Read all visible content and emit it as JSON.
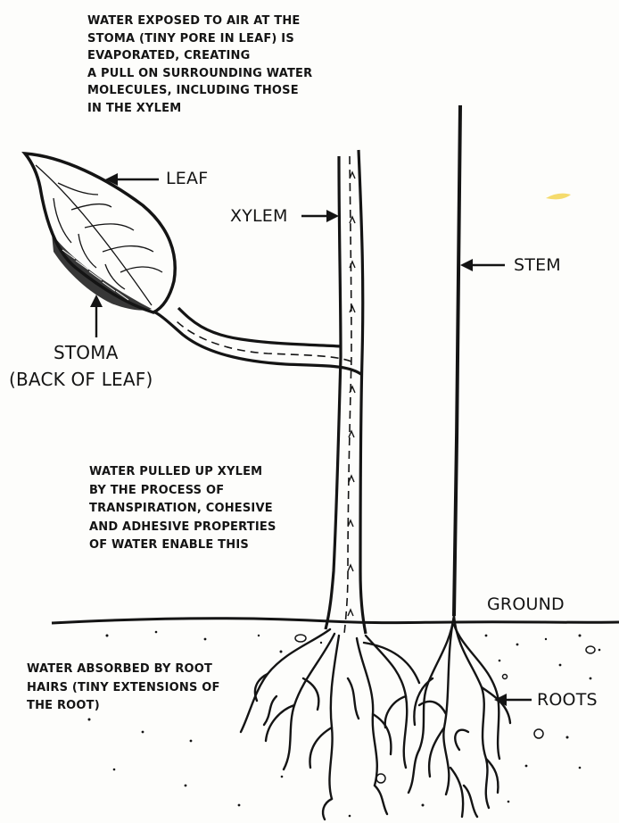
{
  "annotations": {
    "top_note": [
      "WATER EXPOSED TO AIR AT THE",
      "STOMA (TINY PORE IN LEAF)  IS",
      "EVAPORATED, CREATING",
      "A PULL ON SURROUNDING WATER",
      "MOLECULES, INCLUDING THOSE",
      "IN THE XYLEM"
    ],
    "middle_note": [
      "WATER PULLED UP XYLEM",
      "BY THE PROCESS OF",
      "TRANSPIRATION, COHESIVE",
      "AND ADHESIVE PROPERTIES",
      "OF WATER ENABLE THIS"
    ],
    "bottom_note": [
      "WATER ABSORBED BY ROOT",
      "HAIRS (TINY EXTENSIONS OF",
      "THE ROOT)"
    ]
  },
  "labels": {
    "leaf": "LEAF",
    "xylem": "XYLEM",
    "stem": "STEM",
    "stoma_line1": "STOMA",
    "stoma_line2": "(BACK OF LEAF)",
    "ground": "GROUND",
    "roots": "ROOTS"
  },
  "colors": {
    "ink": "#141414",
    "paper": "#fdfdfb",
    "smudge": "#f2d24a"
  }
}
